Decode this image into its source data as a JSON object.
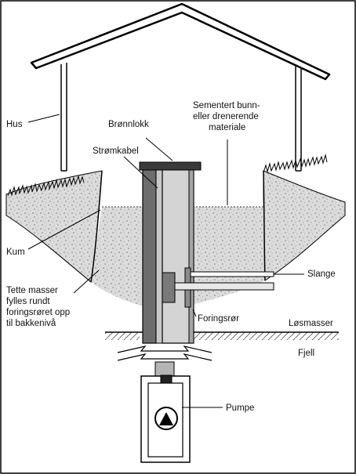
{
  "labels": {
    "hus": "Hus",
    "bronnlokk": "Brønnlokk",
    "sementert_1": "Sementert bunn-",
    "sementert_2": "eller drenerende",
    "sementert_3": "materiale",
    "stromkabel": "Strømkabel",
    "kum": "Kum",
    "tette_1": "Tette masser",
    "tette_2": "fylles rundt",
    "tette_3": "foringsrøret opp",
    "tette_4": "til bakkenivå",
    "slange": "Slange",
    "foringsror": "Foringsrør",
    "losmasser": "Løsmasser",
    "fjell": "Fjell",
    "pumpe": "Pumpe"
  }
}
